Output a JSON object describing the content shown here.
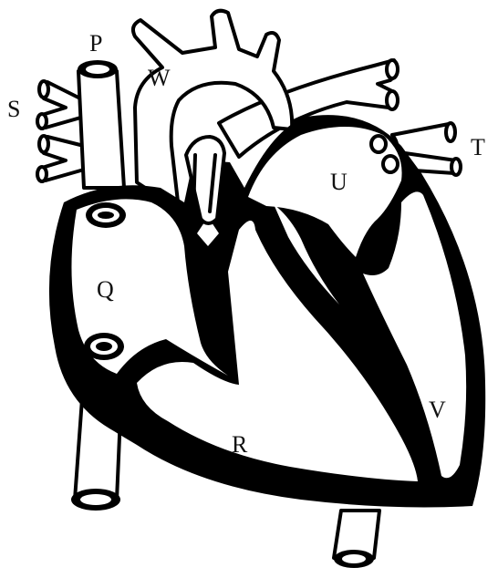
{
  "labels": {
    "P": "P",
    "Q": "Q",
    "R": "R",
    "S": "S",
    "T": "T",
    "U": "U",
    "V": "V",
    "W": "W"
  },
  "colors": {
    "ink": "#000000",
    "paper": "#ffffff"
  }
}
